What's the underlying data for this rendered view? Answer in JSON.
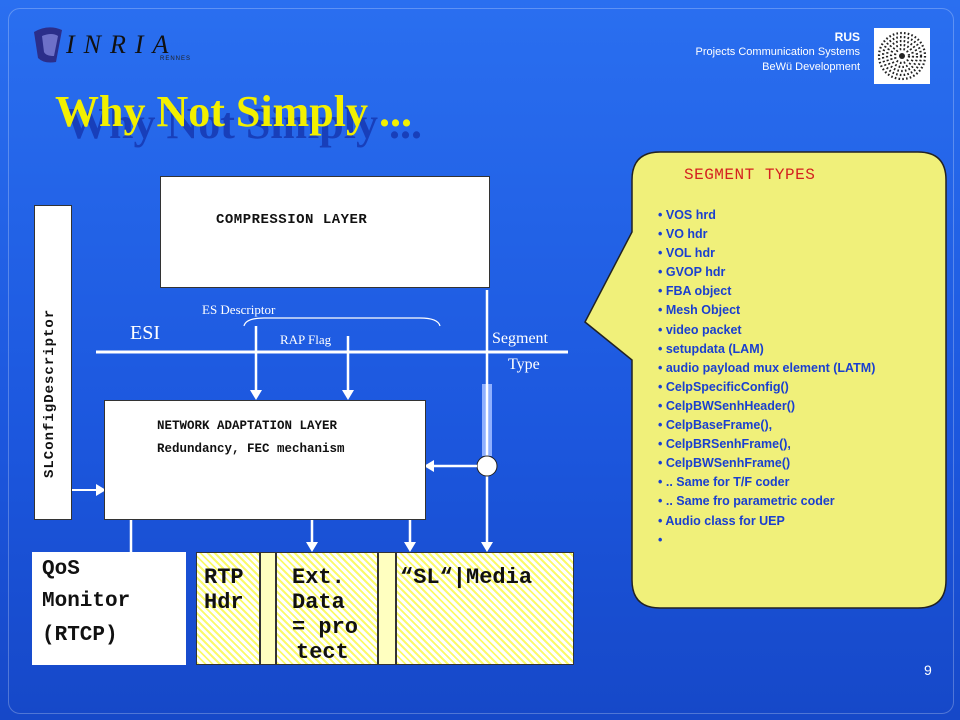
{
  "header": {
    "logo_text": "INRIA",
    "logo_subtext": "RENNES",
    "org_line1": "RUS",
    "org_line2": "Projects Communication Systems",
    "org_line3": "BeWü Development"
  },
  "title": "Why Not Simply ...",
  "diagram": {
    "compression_layer": "COMPRESSION LAYER",
    "sl_config_descriptor": "SLConfigDescriptor",
    "es_descriptor": "ES Descriptor",
    "esi": "ESI",
    "rap_flag": "RAP Flag",
    "segment_type_line1": "Segment",
    "segment_type_line2": "Type",
    "network_layer_line1": "NETWORK ADAPTATION LAYER",
    "network_layer_line2": "Redundancy, FEC mechanism",
    "qos_line1": "QoS",
    "qos_line2": "Monitor",
    "qos_line3": "(RTCP)",
    "rtp_line1": "RTP",
    "rtp_line2": "Hdr",
    "ext_line1": "Ext.",
    "ext_line2": "Data",
    "ext_line3": "= pro",
    "ext_line4": "tect",
    "sl_media": "“SL“|Media"
  },
  "segment_types": {
    "title": "SEGMENT TYPES",
    "items": [
      "VOS hrd",
      "VO hdr",
      "VOL hdr",
      "GVOP hdr",
      "FBA object",
      "Mesh Object",
      "video packet",
      "setupdata  (LAM)",
      "audio payload mux element (LATM)",
      "CelpSpecificConfig()",
      "CelpBWSenhHeader()",
      "CelpBaseFrame(),",
      "CelpBRSenhFrame(),",
      "CelpBWSenhFrame()",
      ".. Same for T/F coder",
      ".. Same fro parametric coder",
      "Audio class for UEP",
      ""
    ]
  },
  "page_number": "9",
  "colors": {
    "background": "#1f5fe6",
    "title": "#f2f000",
    "callout_fill": "#f0f07a",
    "callout_title": "#d42020",
    "callout_text": "#1a3fd0",
    "dashed_line": "#1a2aa0",
    "pipe": "#8fb0ff"
  }
}
